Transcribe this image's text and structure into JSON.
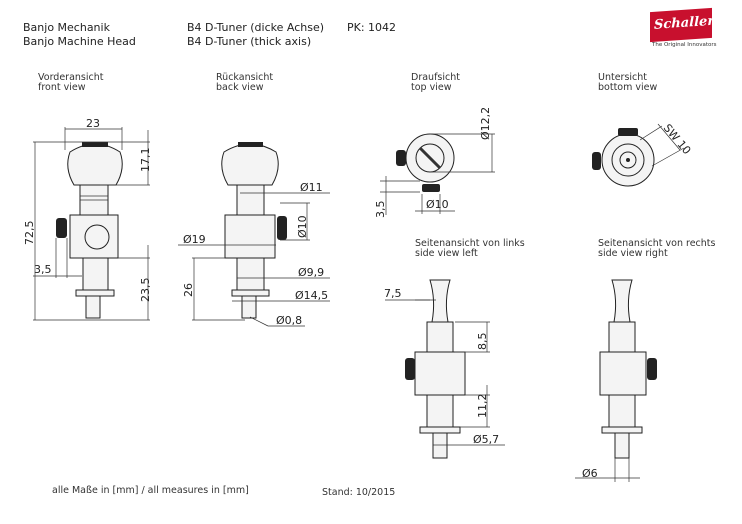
{
  "header": {
    "title_de": "Banjo Mechanik",
    "title_en": "Banjo Machine Head",
    "model_de": "B4 D-Tuner (dicke Achse)",
    "model_en": "B4 D-Tuner (thick axis)",
    "pk": "PK: 1042"
  },
  "logo": {
    "brand": "Schaller",
    "tagline": "The Original Innovators",
    "color": "#c8102e"
  },
  "views": {
    "front": {
      "de": "Vorderansicht",
      "en": "front view"
    },
    "back": {
      "de": "Rückansicht",
      "en": "back view"
    },
    "top": {
      "de": "Draufsicht",
      "en": "top view"
    },
    "bottom": {
      "de": "Untersicht",
      "en": "bottom view"
    },
    "left": {
      "de": "Seitenansicht von links",
      "en": "side view left"
    },
    "right": {
      "de": "Seitenansicht von rechts",
      "en": "side view right"
    }
  },
  "dims": {
    "front": {
      "width": "23",
      "knob_h": "17,1",
      "total": "72,5",
      "screw": "3,5",
      "shaft": "23,5"
    },
    "back": {
      "collar": "Ø11",
      "screw": "Ø10",
      "housing": "Ø19",
      "shaft": "Ø9,9",
      "washer": "Ø14,5",
      "hole": "Ø0,8",
      "length": "26"
    },
    "top": {
      "knob": "Ø12,2",
      "offset": "3,5",
      "screw": "Ø10"
    },
    "bottom": {
      "wrench": "SW 10"
    },
    "left": {
      "knob": "7,5",
      "collar": "8,5",
      "shaft": "11,2",
      "post": "Ø5,7"
    },
    "right": {
      "post": "Ø6"
    }
  },
  "footer": {
    "units": "alle Maße in [mm] / all measures in [mm]",
    "date": "Stand: 10/2015"
  }
}
